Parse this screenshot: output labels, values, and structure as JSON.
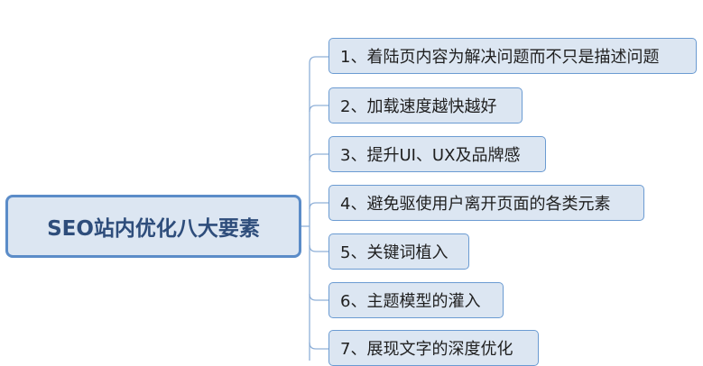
{
  "root": {
    "label": "SEO站内优化八大要素"
  },
  "branches": [
    {
      "label": "1、着陆页内容为解决问题而不只是描述问题"
    },
    {
      "label": "2、加载速度越快越好"
    },
    {
      "label": "3、提升UI、UX及品牌感"
    },
    {
      "label": "4、避免驱使用户离开页面的各类元素"
    },
    {
      "label": "5、关键词植入"
    },
    {
      "label": "6、主题模型的灌入"
    },
    {
      "label": "7、展现文字的深度优化"
    }
  ],
  "colors": {
    "node_fill": "#dce6f2",
    "root_border": "#5b8cc8",
    "node_border": "#6b9bd2",
    "connector": "#8fb0d8"
  }
}
